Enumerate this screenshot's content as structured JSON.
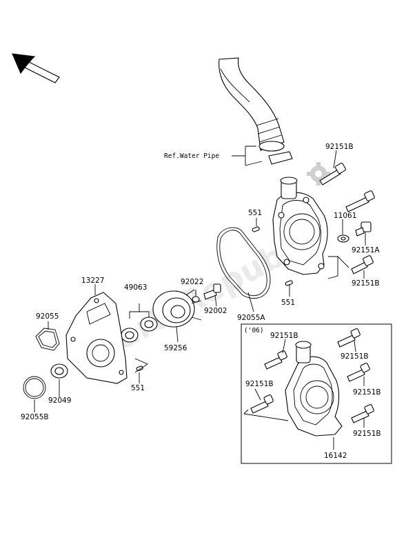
{
  "watermark": "PartsRepublik",
  "reference_note": "Ref.Water Pipe",
  "inset_label": "('06)",
  "parts": {
    "p92151B_top": "92151B",
    "p11061": "11061",
    "p92151A": "92151A",
    "p92151B_mid": "92151B",
    "p551_top": "551",
    "p551_mid": "551",
    "p551_low": "551",
    "p92055A": "92055A",
    "p92022": "92022",
    "p92002": "92002",
    "p49063": "49063",
    "p13227": "13227",
    "p92055": "92055",
    "p59256": "59256",
    "p92049": "92049",
    "p92055B": "92055B",
    "inset_92151B_a": "92151B",
    "inset_92151B_b": "92151B",
    "inset_92151B_c": "92151B",
    "inset_92151B_d": "92151B",
    "inset_92151B_e": "92151B",
    "inset_16142": "16142"
  },
  "icons": {
    "front_arrow": "direction-arrow-icon",
    "gear": "gear-icon"
  }
}
